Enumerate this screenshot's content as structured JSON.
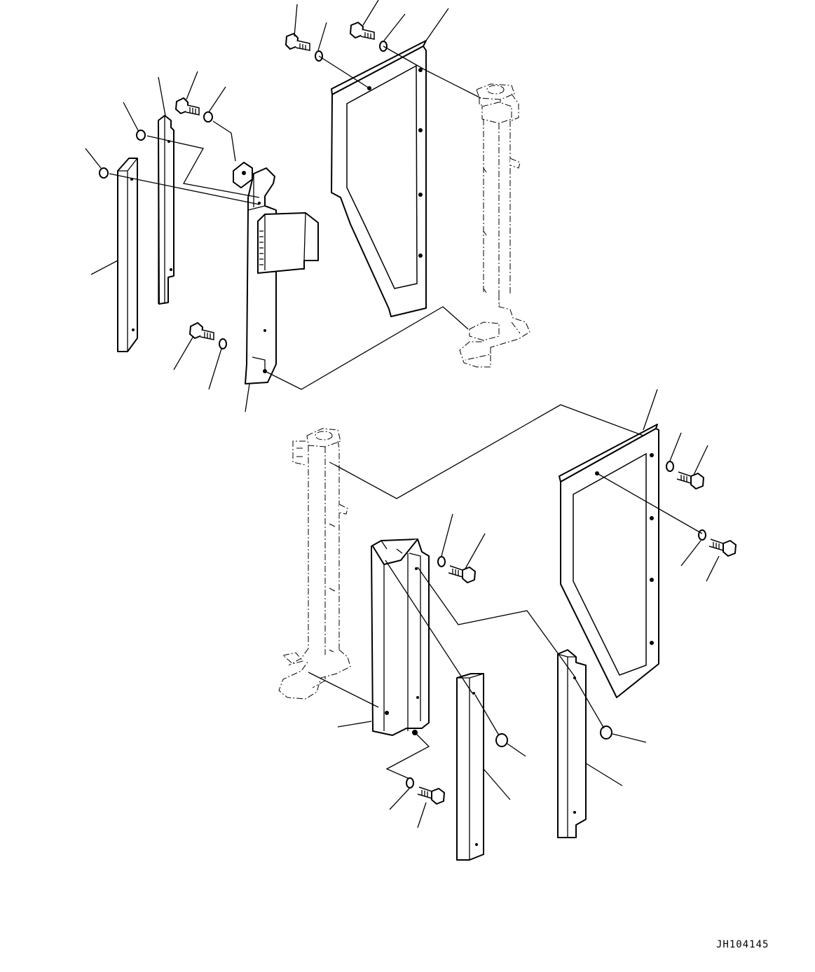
{
  "drawing": {
    "id": "JH104145",
    "type": "exploded parts diagram",
    "assemblies": [
      {
        "name": "upper-assembly",
        "parts": [
          "bolt",
          "bolt",
          "washer",
          "washer",
          "cover-panel-with-window",
          "pillar-phantom",
          "spacer-bar",
          "seal-strip",
          "washer",
          "washer",
          "bolt",
          "duct-bracket",
          "bolt",
          "washer"
        ]
      },
      {
        "name": "lower-assembly",
        "parts": [
          "pillar-phantom",
          "cover-panel-with-window",
          "washer",
          "bolt",
          "washer",
          "bolt",
          "duct-channel",
          "washer",
          "bolt",
          "spacer-bar",
          "seal-strip",
          "plug",
          "plug"
        ]
      }
    ]
  }
}
